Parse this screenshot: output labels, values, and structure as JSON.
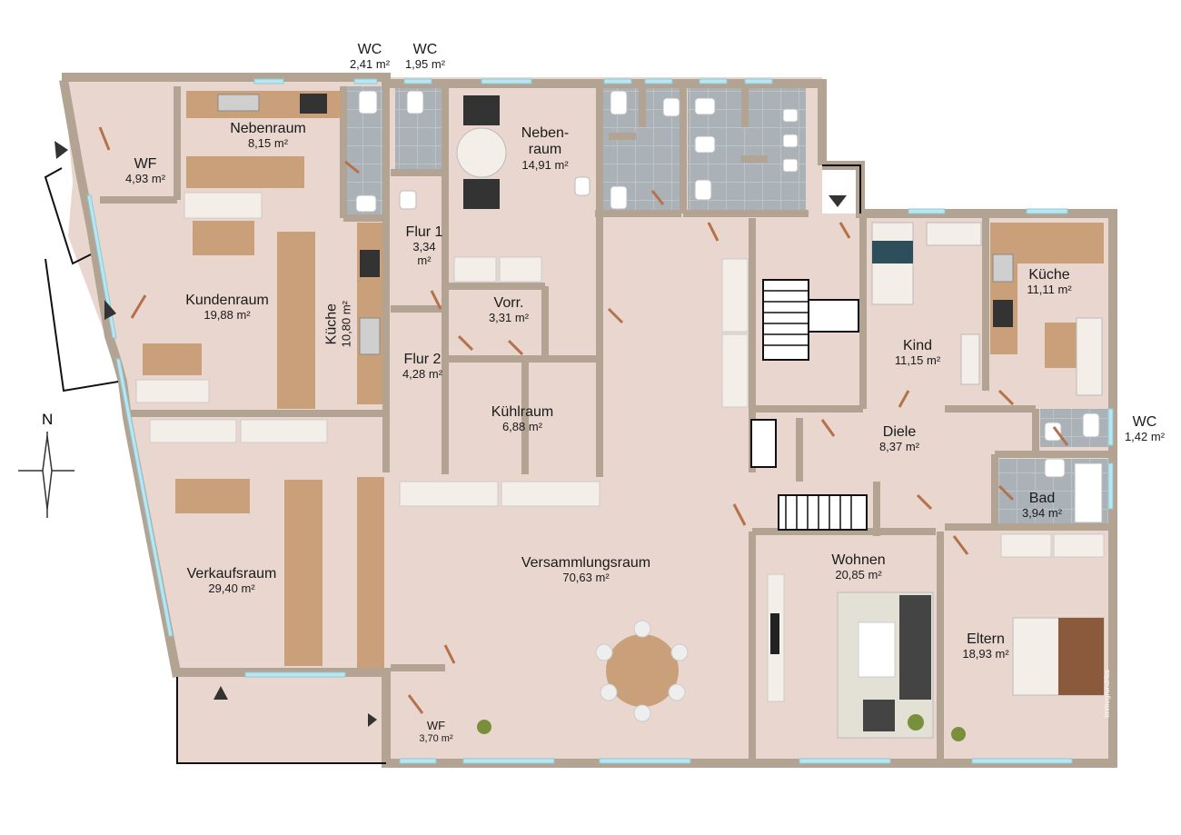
{
  "rooms": {
    "wc1": {
      "name": "WC",
      "area": "2,41 m²"
    },
    "wc2": {
      "name": "WC",
      "area": "1,95 m²"
    },
    "nebenraum1": {
      "name": "Nebenraum",
      "area": "8,15 m²"
    },
    "wf1": {
      "name": "WF",
      "area": "4,93 m²"
    },
    "nebenraum2": {
      "name": "Neben-",
      "name2": "raum",
      "area": "14,91 m²"
    },
    "flur1": {
      "name": "Flur 1",
      "area": "3,34",
      "unit": "m²"
    },
    "kundenraum": {
      "name": "Kundenraum",
      "area": "19,88 m²"
    },
    "kueche1": {
      "name": "Küche",
      "area": "10,80 m²"
    },
    "vorr": {
      "name": "Vorr.",
      "area": "3,31 m²"
    },
    "flur2": {
      "name": "Flur 2",
      "area": "4,28 m²"
    },
    "kuehlraum": {
      "name": "Kühlraum",
      "area": "6,88 m²"
    },
    "kueche2": {
      "name": "Küche",
      "area": "11,11 m²"
    },
    "kind": {
      "name": "Kind",
      "area": "11,15 m²"
    },
    "diele": {
      "name": "Diele",
      "area": "8,37 m²"
    },
    "wc3": {
      "name": "WC",
      "area": "1,42 m²"
    },
    "bad": {
      "name": "Bad",
      "area": "3,94 m²"
    },
    "verkaufsraum": {
      "name": "Verkaufsraum",
      "area": "29,40 m²"
    },
    "versammlungsraum": {
      "name": "Versammlungsraum",
      "area": "70,63 m²"
    },
    "wohnen": {
      "name": "Wohnen",
      "area": "20,85 m²"
    },
    "eltern": {
      "name": "Eltern",
      "area": "18,93 m²"
    },
    "wf2": {
      "name": "WF",
      "area": "3,70 m²"
    }
  },
  "compass": {
    "label": "N"
  },
  "watermark": "Immogrundriss",
  "colors": {
    "floor": "#e8d6cf",
    "wall": "#b3a393",
    "tile": "#a9b1b6",
    "counter": "#c9a07a",
    "furniture": "#f3efe8",
    "window": "#b8e7f2"
  }
}
